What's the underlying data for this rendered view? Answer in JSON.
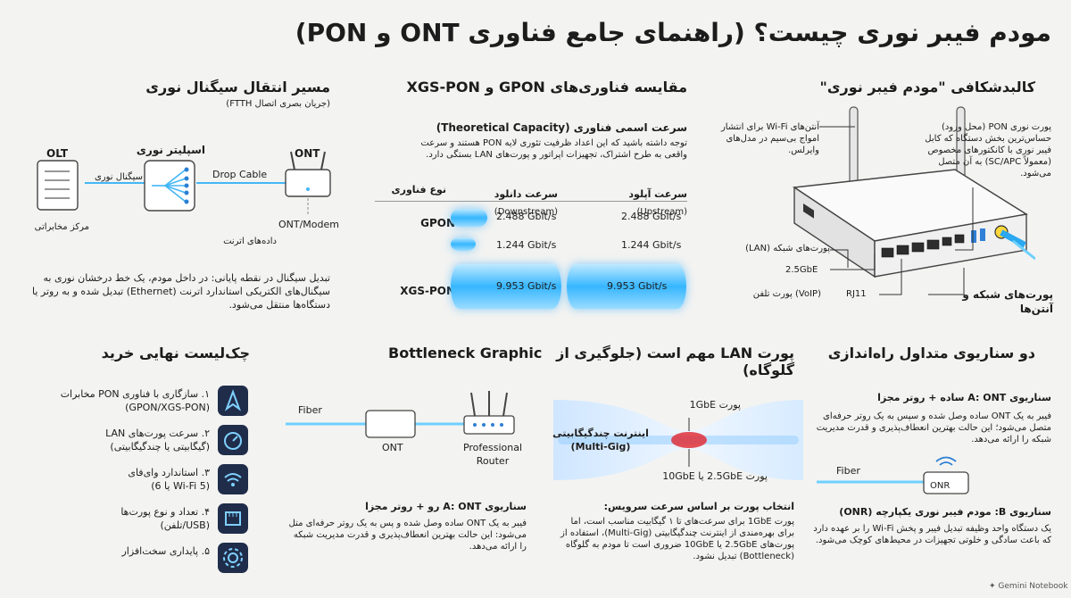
{
  "title": "مودم فیبر نوری چیست؟ (راهنمای جامع فناوری ONT و PON)",
  "anatomy": {
    "heading": "کالبدشکافی \"مودم فیبر نوری\"",
    "antenna_label": "آنتن‌های Wi-Fi برای انتشار امواج بی‌سیم در مدل‌های وایرلس.",
    "pon_port_label": "پورت نوری PON (محل ورود) حساس‌ترین بخش دستگاه که کابل فیبر نوری با کانکتورهای مخصوص (معمولاً SC/APC) به آن متصل می‌شود.",
    "lan_label": "پورت‌های شبکه (LAN)",
    "lan_speed": "2.5GbE",
    "rj11": "RJ11",
    "voip_label": "(VoIP)  پورت تلفن",
    "ports_antennas_label": "پورت‌های شبکه و آنتن‌ها"
  },
  "comparison": {
    "heading": "مقایسه فناوری‌های GPON و XGS-PON",
    "subheading": "سرعت اسمی فناوری (Theoretical Capacity)",
    "note": "توجه داشته باشید که این اعداد ظرفیت تئوری لایه PON هستند و سرعت واقعی به طرح اشتراک، تجهیزات اپراتور و پورت‌های LAN بستگی دارد.",
    "col_tech": "نوع فناوری",
    "col_down": "سرعت دانلود",
    "col_down_en": "(Downstream)",
    "col_up": "سرعت آپلود",
    "col_up_en": "(Upstream)",
    "rows": [
      {
        "tech": "GPON",
        "down": "2.488 Gbit/s",
        "up": "2.488 Gbit/s",
        "down_gbps": 2.488,
        "up_gbps": 2.488
      },
      {
        "tech": "",
        "down": "1.244 Gbit/s",
        "up": "1.244 Gbit/s",
        "down_gbps": 1.244,
        "up_gbps": 1.244
      },
      {
        "tech": "XGS-PON",
        "down": "9.953 Gbit/s",
        "up": "9.953 Gbit/s",
        "down_gbps": 9.953,
        "up_gbps": 9.953
      }
    ]
  },
  "path": {
    "heading": "مسیر انتقال سیگنال نوری",
    "subheading": "(جریان بصری اتصال FTTH)",
    "olt": "OLT",
    "olt_caption": "مرکز مخابراتی",
    "splitter": "اسپلیتر نوری",
    "signal": "سیگنال نوری",
    "ont": "ONT",
    "drop_cable": "Drop Cable",
    "ont_modem": "ONT/Modem",
    "internet_data": "داده‌های اترنت",
    "description": "تبدیل سیگنال در نقطه پایانی: در داخل مودم، یک خط درخشان نوری به سیگنال‌های الکتریکی استاندارد اترنت (Ethernet) تبدیل شده و به روتر یا دستگاه‌ها منتقل می‌شود."
  },
  "scenarios": {
    "heading": "دو سناریوی متداول راه‌اندازی",
    "a_title": "سناریوی A: ONT ساده + روتر مجزا",
    "a_text": "فیبر به یک ONT ساده وصل شده و سپس به یک روتر حرفه‌ای متصل می‌شود؛ این حالت بهترین انعطاف‌پذیری و قدرت مدیریت شبکه را ارائه می‌دهد.",
    "fiber": "Fiber",
    "onr": "ONR",
    "b_title": "سناریوی B: مودم فیبر نوری یکپارچه (ONR)",
    "b_text": "یک دستگاه واحد وظیفه تبدیل فیبر و پخش Wi-Fi را بر عهده دارد که باعث سادگی و خلوتی تجهیزات در محیط‌های کوچک می‌شود."
  },
  "lan": {
    "heading": "پورت LAN مهم است (جلوگیری از گلوگاه)",
    "port_1g": "پورت 1GbE",
    "multigig": "اینترنت چندگیگابیتی (Multi-Gig)",
    "port_25": "پورت 2.5GbE یا 10GbE",
    "select_title": "انتخاب پورت بر اساس سرعت سرویس:",
    "select_text": "پورت 1GbE برای سرعت‌های تا ۱ گیگابیت مناسب است، اما برای بهره‌مندی از اینترنت چندگیگابیتی (Multi-Gig)، استفاده از پورت‌های 2.5GbE یا 10GbE ضروری است تا مودم به گلوگاه (Bottleneck) تبدیل نشود."
  },
  "bottleneck": {
    "heading": "Bottleneck Graphic",
    "fiber": "Fiber",
    "ont": "ONT",
    "router": "Professional Router",
    "a_title": "سناریوی A: ONT رو + روتر مجزا",
    "a_text": "فیبر به یک ONT ساده وصل شده و پس به یک روتر حرفه‌ای متل می‌شود: این حالت بهترین انعطاف‌پذیری و قدرت مدیریت شبکه را ارائه می‌دهد."
  },
  "checklist": {
    "heading": "چک‌لیست نهایی خرید",
    "items": [
      {
        "text": "۱. سازگاری با فناوری PON مخابرات",
        "sub": "(GPON/XGS-PON)",
        "icon": "compass-arrow-icon"
      },
      {
        "text": "۲. سرعت پورت‌های LAN",
        "sub": "(گیگابیتی یا چندگیگابیتی)",
        "icon": "speedometer-icon"
      },
      {
        "text": "۳. استاندارد وای‌فای",
        "sub": "(Wi-Fi 5 یا 6)",
        "icon": "wifi-icon"
      },
      {
        "text": "۴. تعداد و نوع پورت‌ها",
        "sub": "(USB/تلفن)",
        "icon": "ethernet-port-icon"
      },
      {
        "text": "۵. پایداری سخت‌افزار",
        "sub": "",
        "icon": "gear-icon"
      }
    ]
  },
  "footer": "Gemini Notebook",
  "colors": {
    "accent": "#2aa8f0",
    "icon_bg": "#1f2d4a",
    "bottleneck": "#e0303a"
  }
}
